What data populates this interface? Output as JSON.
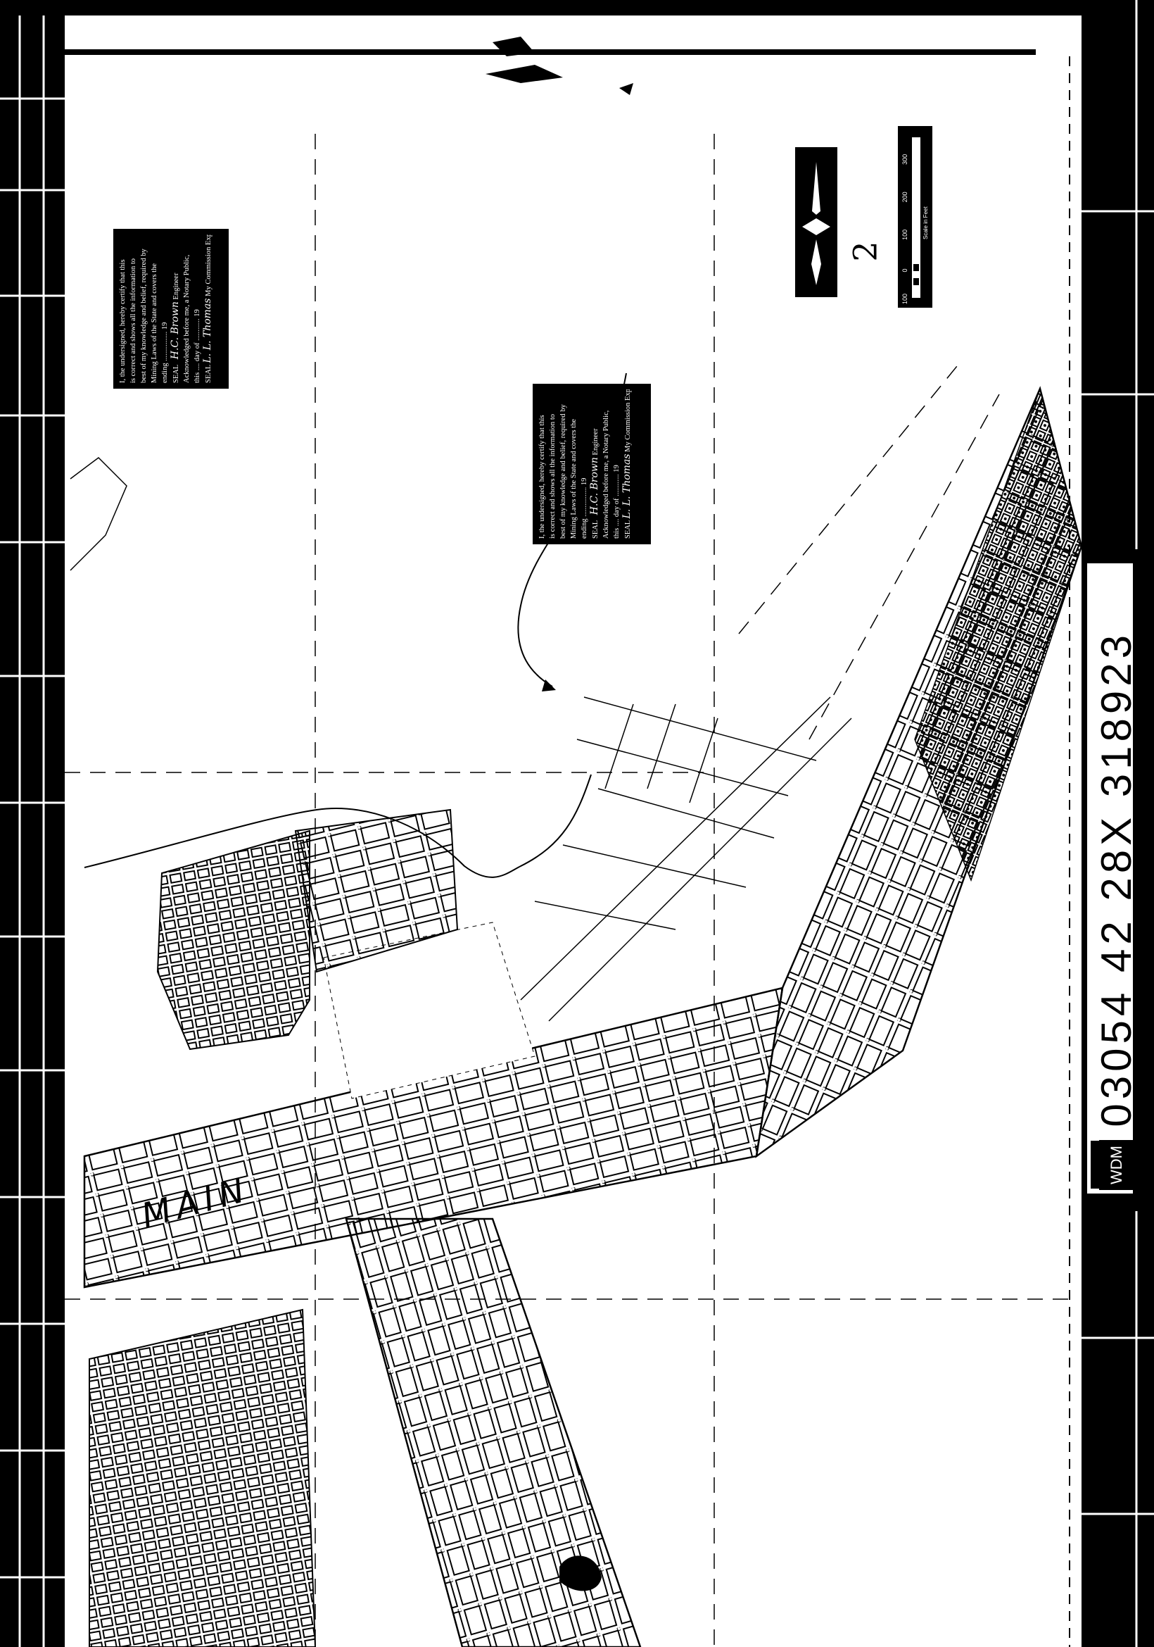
{
  "sheet_number": "2",
  "film_id": {
    "prefix": "WDM",
    "number": "03054 42 28X 318923"
  },
  "scale_bar": {
    "ticks": [
      "100",
      "0",
      "100",
      "200",
      "300"
    ],
    "caption": "Scale in Feet"
  },
  "map_labels": {
    "handwritten_main": "MAIN"
  },
  "certificates": [
    {
      "lines": [
        "I, the undersigned, hereby certify that this",
        "is correct and shows all the information to",
        "best of my knowledge and belief, required by",
        "Mining Laws of the State and covers the",
        "ending ................ 19"
      ],
      "seal": "SEAL",
      "signature": "H.C. Brown",
      "signer_title": "Engineer",
      "ack_lines": [
        "Acknowledged before me, a Notary Public,",
        "this .... day of ............ 19"
      ],
      "notary_signature": "L. L. Thomas",
      "commission": "My Commission Expires",
      "seal2": "SEAL"
    },
    {
      "lines": [
        "I, the undersigned, hereby certify that this",
        "is correct and shows all the information to",
        "best of my knowledge and belief, required by",
        "Mining Laws of the State and covers the",
        "ending ................ 19"
      ],
      "seal": "SEAL",
      "signature": "H.C. Brown",
      "signer_title": "Engineer",
      "ack_lines": [
        "Acknowledged before me, a Notary Public,",
        "this .... day of ............ 19"
      ],
      "notary_signature": "L. L. Thomas",
      "commission": "My Commission Expires",
      "seal2": "SEAL"
    }
  ]
}
